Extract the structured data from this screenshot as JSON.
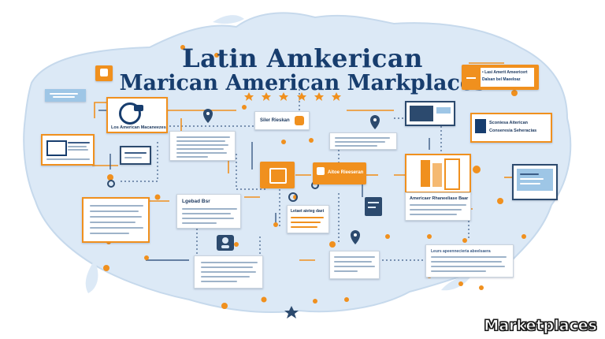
{
  "title_line1": "Latin Amkerican",
  "title_line2": "Marican American Markplaces",
  "footer_label": "Marketplaces",
  "labels": {
    "top_right_box": "• Lasi Amerit Ameericert",
    "top_right_box_sub": "Dalsan bel Maeeloaz",
    "left_logo_caption": "Los American Macaneezes",
    "center_tag": "Siler Rieskan",
    "right_mid_box": "Sconiesa Aiterican",
    "right_mid_box_sub": "Conseresia Seheracias",
    "mid_tag": "Aitoe Rieeseran",
    "center_right_card": "Americaer Rhaneeliase Baar",
    "left_mid_card": "Lgebad Bsr",
    "center_small_card": "Letaet aieteg daet",
    "bottom_right_card": "Leurs apeennecieria abeelsaera"
  },
  "colors": {
    "ocean": "#ffffff",
    "land": "#dce9f6",
    "accent": "#f0901e",
    "navy": "#173d6e"
  },
  "icons": [
    "map-pin-icon",
    "gear-icon",
    "star-icon",
    "globe-icon",
    "laptop-icon",
    "store-icon",
    "person-icon",
    "chart-icon"
  ]
}
